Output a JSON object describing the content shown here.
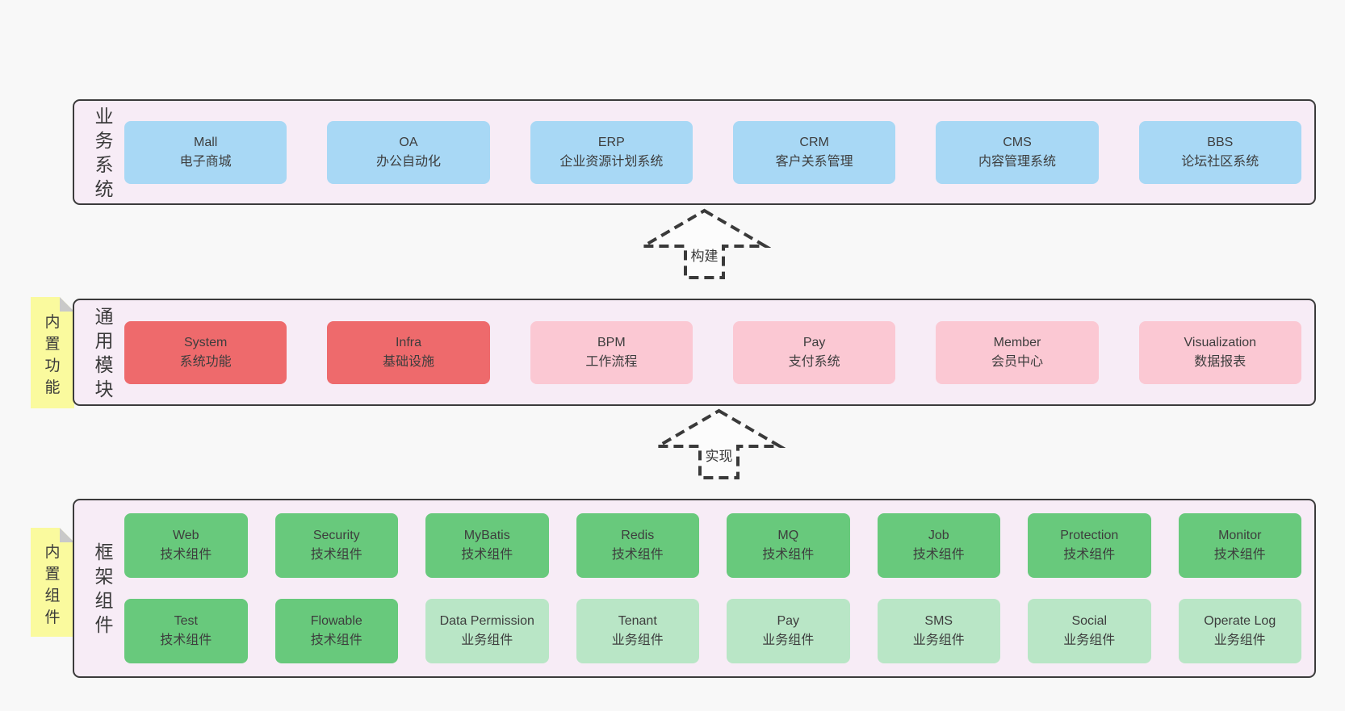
{
  "colors": {
    "page_bg": "#f8f8f8",
    "band_bg": "#f7ecf6",
    "band_border": "#3b3b3b",
    "blue": "#a8d8f5",
    "red": "#ee6a6c",
    "pink": "#fbc8d3",
    "green": "#68c97c",
    "light_green": "#b9e6c6",
    "note_bg": "#fafa9e",
    "note_fold": "#c9c9c9",
    "text": "#3d3d3d"
  },
  "notes": [
    {
      "label": "内置功能"
    },
    {
      "label": "内置组件"
    }
  ],
  "arrows": [
    {
      "label": "构建"
    },
    {
      "label": "实现"
    }
  ],
  "bands": [
    {
      "label": "业务系统",
      "rows": [
        [
          {
            "name": "Mall",
            "desc": "电子商城",
            "variant": "blue"
          },
          {
            "name": "OA",
            "desc": "办公自动化",
            "variant": "blue"
          },
          {
            "name": "ERP",
            "desc": "企业资源计划系统",
            "variant": "blue"
          },
          {
            "name": "CRM",
            "desc": "客户关系管理",
            "variant": "blue"
          },
          {
            "name": "CMS",
            "desc": "内容管理系统",
            "variant": "blue"
          },
          {
            "name": "BBS",
            "desc": "论坛社区系统",
            "variant": "blue"
          }
        ]
      ]
    },
    {
      "label": "通用模块",
      "rows": [
        [
          {
            "name": "System",
            "desc": "系统功能",
            "variant": "red"
          },
          {
            "name": "Infra",
            "desc": "基础设施",
            "variant": "red"
          },
          {
            "name": "BPM",
            "desc": "工作流程",
            "variant": "pink"
          },
          {
            "name": "Pay",
            "desc": "支付系统",
            "variant": "pink"
          },
          {
            "name": "Member",
            "desc": "会员中心",
            "variant": "pink"
          },
          {
            "name": "Visualization",
            "desc": "数据报表",
            "variant": "pink"
          }
        ]
      ]
    },
    {
      "label": "框架组件",
      "rows": [
        [
          {
            "name": "Web",
            "desc": "技术组件",
            "variant": "green"
          },
          {
            "name": "Security",
            "desc": "技术组件",
            "variant": "green"
          },
          {
            "name": "MyBatis",
            "desc": "技术组件",
            "variant": "green"
          },
          {
            "name": "Redis",
            "desc": "技术组件",
            "variant": "green"
          },
          {
            "name": "MQ",
            "desc": "技术组件",
            "variant": "green"
          },
          {
            "name": "Job",
            "desc": "技术组件",
            "variant": "green"
          },
          {
            "name": "Protection",
            "desc": "技术组件",
            "variant": "green"
          },
          {
            "name": "Monitor",
            "desc": "技术组件",
            "variant": "green"
          }
        ],
        [
          {
            "name": "Test",
            "desc": "技术组件",
            "variant": "green"
          },
          {
            "name": "Flowable",
            "desc": "技术组件",
            "variant": "green"
          },
          {
            "name": "Data Permission",
            "desc": "业务组件",
            "variant": "light_green"
          },
          {
            "name": "Tenant",
            "desc": "业务组件",
            "variant": "light_green"
          },
          {
            "name": "Pay",
            "desc": "业务组件",
            "variant": "light_green"
          },
          {
            "name": "SMS",
            "desc": "业务组件",
            "variant": "light_green"
          },
          {
            "name": "Social",
            "desc": "业务组件",
            "variant": "light_green"
          },
          {
            "name": "Operate Log",
            "desc": "业务组件",
            "variant": "light_green"
          }
        ]
      ]
    }
  ]
}
